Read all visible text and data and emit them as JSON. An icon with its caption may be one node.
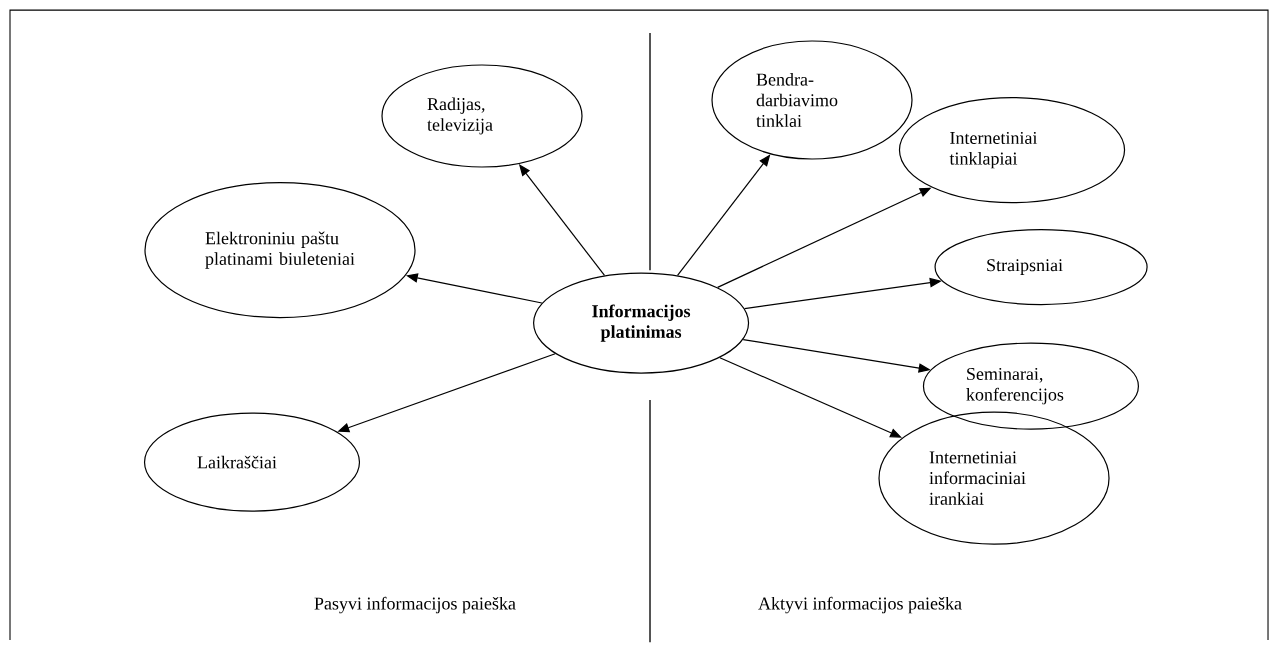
{
  "diagram": {
    "nodes": [
      {
        "text": [
          "Informacijos platinimas"
        ]
      },
      {
        "text": [
          "Radijas, televizija"
        ]
      },
      {
        "text": [
          "Elektroniniu paštu platinami biuleteniai"
        ]
      },
      {
        "text": [
          "Laikraščiai"
        ]
      },
      {
        "text": [
          "Bendra- darbiavimo tinklai"
        ]
      },
      {
        "text": [
          "Internetiniai tinklapiai"
        ]
      },
      {
        "text": [
          "Straipsniai"
        ]
      },
      {
        "text": [
          "Seminarai, konferencijos"
        ]
      },
      {
        "text": [
          "Internetiniai informaciniai irankiai"
        ]
      }
    ],
    "edges": [
      {
        "from": 0,
        "to": 1,
        "arrow": "to"
      },
      {
        "from": 0,
        "to": 2,
        "arrow": "to"
      },
      {
        "from": 0,
        "to": 3,
        "arrow": "to"
      },
      {
        "from": 0,
        "to": 4,
        "arrow": "to"
      },
      {
        "from": 0,
        "to": 5,
        "arrow": "to"
      },
      {
        "from": 0,
        "to": 6,
        "arrow": "to"
      },
      {
        "from": 0,
        "to": 7,
        "arrow": "to"
      },
      {
        "from": 0,
        "to": 8,
        "arrow": "to"
      }
    ],
    "labels": [
      "Pasyvi informacijos paieška",
      "Aktyvi informacijos paieška"
    ]
  }
}
